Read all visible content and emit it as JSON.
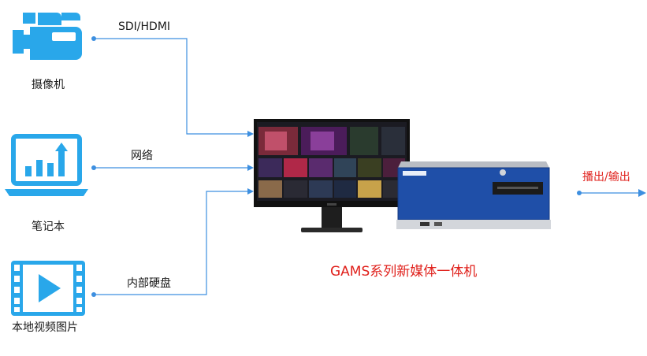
{
  "sources": {
    "camera": {
      "label": "摄像机",
      "icon": "video-camera-icon",
      "connection": "SDI/HDMI"
    },
    "laptop": {
      "label": "笔记本",
      "icon": "laptop-chart-icon",
      "connection": "网络"
    },
    "video": {
      "label": "本地视频图片",
      "icon": "video-file-icon",
      "connection": "内部硬盘"
    }
  },
  "system": {
    "label": "GAMS系列新媒体一体机",
    "monitor_icon": "monitor-icon",
    "server_icon": "rack-server-icon"
  },
  "output": {
    "label": "播出/输出",
    "icon": "arrow-right-icon"
  },
  "colors": {
    "icon_blue": "#29a7ea",
    "line_blue": "#3d8fe0",
    "accent_red": "#e0201b",
    "chassis_blue": "#1f4fa8"
  }
}
